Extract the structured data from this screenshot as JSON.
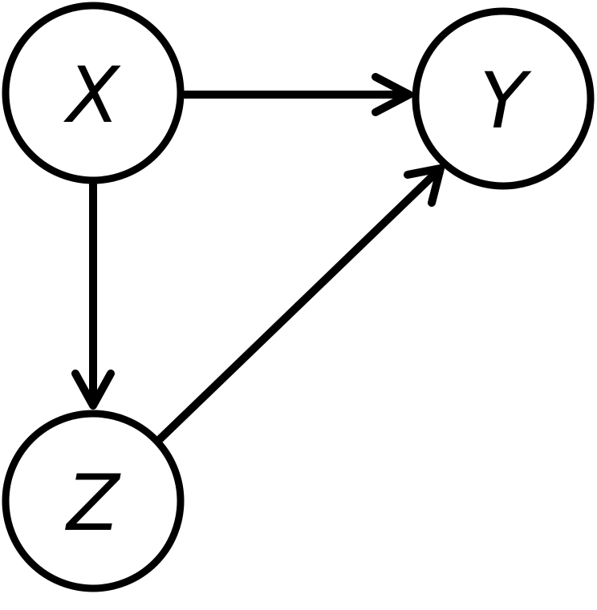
{
  "diagram": {
    "nodes": [
      {
        "id": "X",
        "label": "X"
      },
      {
        "id": "Y",
        "label": "Y"
      },
      {
        "id": "Z",
        "label": "Z"
      }
    ],
    "edges": [
      {
        "from": "X",
        "to": "Y"
      },
      {
        "from": "X",
        "to": "Z"
      },
      {
        "from": "Z",
        "to": "Y"
      }
    ],
    "colors": {
      "stroke": "#000000",
      "fill": "#ffffff"
    }
  }
}
